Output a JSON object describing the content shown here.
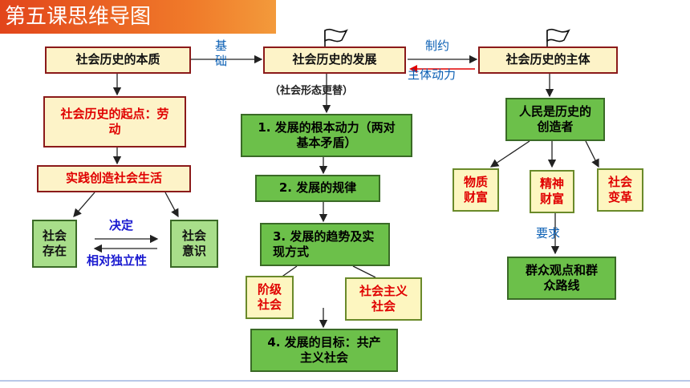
{
  "title": "第五课思维导图",
  "nodes": {
    "essence": "社会历史的本质",
    "start_point": "社会历史的起点：劳动",
    "practice": "实践创造社会生活",
    "social_being": "社会存在",
    "social_consciousness": "社会意识",
    "development": "社会历史的发展",
    "subject": "社会历史的主体",
    "driving_force": "1. 发展的根本动力（两对基本矛盾）",
    "law": "2. 发展的规律",
    "trend": "3. 发展的趋势及实现方式",
    "class_society": "阶级社会",
    "socialist_society": "社会主义社会",
    "goal": "4. 发展的目标：共产主义社会",
    "people": "人民是历史的创造者",
    "material_wealth": "物质财富",
    "spiritual_wealth": "精神财富",
    "social_change": "社会变革",
    "mass_viewpoint": "群众观点和群众路线"
  },
  "labels": {
    "basis": "基础",
    "constraint": "制约",
    "main_force": "主体动力",
    "form_change": "（社会形态更替）",
    "decides": "决定",
    "relative_independence": "相对独立性",
    "requires": "要求"
  },
  "colors": {
    "title_bg": "#e2451b",
    "box_border": "#8b1a1a",
    "green": "#6cc04a",
    "red_text": "#e00000",
    "blue_text": "#0a5fb4"
  }
}
